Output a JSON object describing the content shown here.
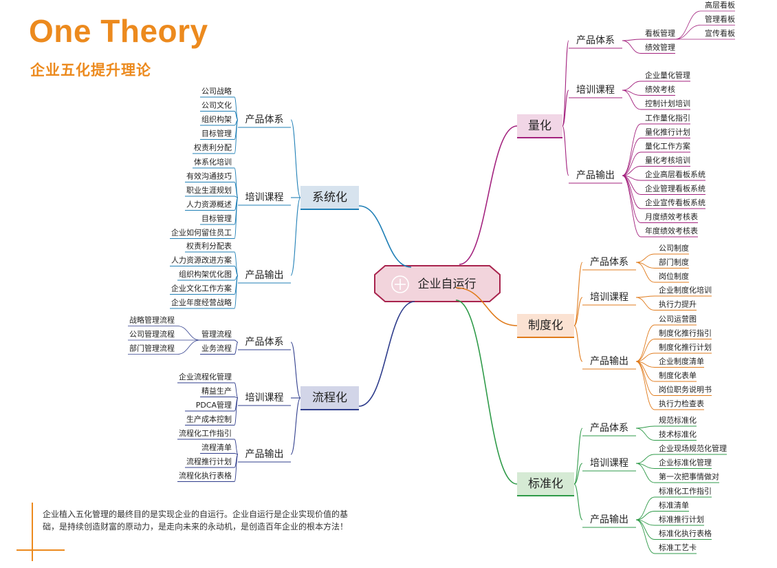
{
  "header": {
    "title": "One Theory",
    "subtitle": "企业五化提升理论"
  },
  "center": {
    "label": "企业自运行",
    "fill": "#f2d4dc",
    "stroke": "#a8234d"
  },
  "branches": [
    {
      "id": "xitonghua",
      "label": "系统化",
      "side": "left",
      "color": "#1f7fb6",
      "box_fill": "#d7e3ee",
      "groups": [
        {
          "label": "产品体系",
          "items": [
            {
              "label": "公司战略"
            },
            {
              "label": "公司文化"
            },
            {
              "label": "组织构架"
            },
            {
              "label": "目标管理"
            },
            {
              "label": "权责利分配"
            }
          ]
        },
        {
          "label": "培训课程",
          "items": [
            {
              "label": "体系化培训"
            },
            {
              "label": "有效沟通技巧"
            },
            {
              "label": "职业生涯规划"
            },
            {
              "label": "人力资源概述"
            },
            {
              "label": "目标管理"
            },
            {
              "label": "企业如何留住员工"
            }
          ]
        },
        {
          "label": "产品输出",
          "items": [
            {
              "label": "权责利分配表"
            },
            {
              "label": "人力资源改进方案"
            },
            {
              "label": "组织构架优化图"
            },
            {
              "label": "企业文化工作方案"
            },
            {
              "label": "企业年度经营战略"
            }
          ]
        }
      ]
    },
    {
      "id": "liuchenghua",
      "label": "流程化",
      "side": "left",
      "color": "#2f3d8c",
      "box_fill": "#d2d5e8",
      "groups": [
        {
          "label": "产品体系",
          "items": [
            {
              "label": "管理流程",
              "children": [
                "战略管理流程",
                "公司管理流程",
                "部门管理流程"
              ]
            },
            {
              "label": "业务流程"
            }
          ]
        },
        {
          "label": "培训课程",
          "items": [
            {
              "label": "企业流程化管理"
            },
            {
              "label": "精益生产"
            },
            {
              "label": "PDCA管理"
            },
            {
              "label": "生产成本控制"
            }
          ]
        },
        {
          "label": "产品输出",
          "items": [
            {
              "label": "流程化工作指引"
            },
            {
              "label": "流程清单"
            },
            {
              "label": "流程推行计划"
            },
            {
              "label": "流程化执行表格"
            }
          ]
        }
      ]
    },
    {
      "id": "lianghua",
      "label": "量化",
      "side": "right",
      "color": "#a3227e",
      "box_fill": "#f1d6e6",
      "groups": [
        {
          "label": "产品体系",
          "items": [
            {
              "label": "看板管理",
              "children": [
                "高层看板",
                "管理看板",
                "宣传看板"
              ]
            },
            {
              "label": "绩效管理"
            }
          ]
        },
        {
          "label": "培训课程",
          "items": [
            {
              "label": "企业量化管理"
            },
            {
              "label": "绩效考核"
            },
            {
              "label": "控制计划培训"
            }
          ]
        },
        {
          "label": "产品输出",
          "items": [
            {
              "label": "工作量化指引"
            },
            {
              "label": "量化推行计划"
            },
            {
              "label": "量化工作方案"
            },
            {
              "label": "量化考核培训"
            },
            {
              "label": "企业高层看板系统"
            },
            {
              "label": "企业管理看板系统"
            },
            {
              "label": "企业宣传看板系统"
            },
            {
              "label": "月度绩效考核表"
            },
            {
              "label": "年度绩效考核表"
            }
          ]
        }
      ]
    },
    {
      "id": "zhiduhua",
      "label": "制度化",
      "side": "right",
      "color": "#e07b1c",
      "box_fill": "#fbe2d2",
      "groups": [
        {
          "label": "产品体系",
          "items": [
            {
              "label": "公司制度"
            },
            {
              "label": "部门制度"
            },
            {
              "label": "岗位制度"
            }
          ]
        },
        {
          "label": "培训课程",
          "items": [
            {
              "label": "企业制度化培训"
            },
            {
              "label": "执行力提升"
            }
          ]
        },
        {
          "label": "产品输出",
          "items": [
            {
              "label": "公司运营图"
            },
            {
              "label": "制度化推行指引"
            },
            {
              "label": "制度化推行计划"
            },
            {
              "label": "企业制度清单"
            },
            {
              "label": "制度化表单"
            },
            {
              "label": "岗位职务说明书"
            },
            {
              "label": "执行力检查表"
            }
          ]
        }
      ]
    },
    {
      "id": "biaozhunhua",
      "label": "标准化",
      "side": "right",
      "color": "#2e9a48",
      "box_fill": "#d5ead4",
      "groups": [
        {
          "label": "产品体系",
          "items": [
            {
              "label": "规范标准化"
            },
            {
              "label": "技术标准化"
            }
          ]
        },
        {
          "label": "培训课程",
          "items": [
            {
              "label": "企业现场规范化管理"
            },
            {
              "label": "企业标准化管理"
            },
            {
              "label": "第一次把事情做对"
            }
          ]
        },
        {
          "label": "产品输出",
          "items": [
            {
              "label": "标准化工作指引"
            },
            {
              "label": "标准清单"
            },
            {
              "label": "标准推行计划"
            },
            {
              "label": "标准化执行表格"
            },
            {
              "label": "标准工艺卡"
            }
          ]
        }
      ]
    }
  ],
  "note": {
    "text": "企业植入五化管理的最终目的是实现企业的自运行。企业自运行是企业实现价值的基础，是持续创造财富的原动力，是走向未来的永动机，是创造百年企业的根本方法！"
  }
}
